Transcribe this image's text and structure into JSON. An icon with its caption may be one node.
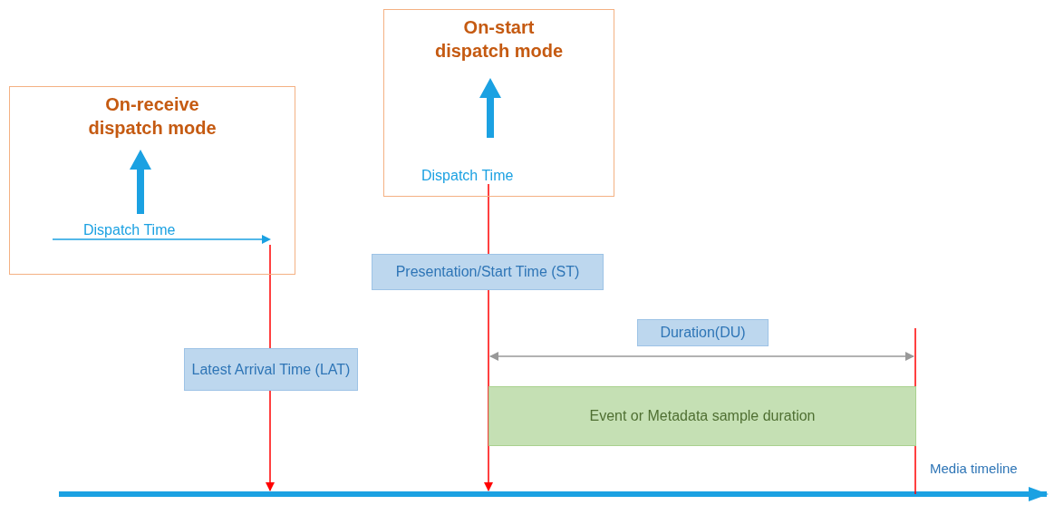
{
  "diagram": {
    "nodes": [
      {
        "text": [
          "On-receive dispatch mode"
        ]
      },
      {
        "text": [
          "Dispatch Time"
        ],
        "in": 0
      },
      {
        "text": [
          "On-start dispatch mode"
        ]
      },
      {
        "text": [
          "Dispatch Time"
        ],
        "in": 2
      },
      {
        "text": [
          "Presentation/Start Time (ST)"
        ]
      },
      {
        "text": [
          "Latest Arrival Time (LAT)"
        ]
      },
      {
        "text": [
          "Duration(DU)"
        ]
      },
      {
        "text": [
          "Event or Metadata sample duration"
        ]
      }
    ],
    "edges": [
      {
        "from": 1,
        "to": 5,
        "arrow": "none"
      },
      {
        "from": 5,
        "to": null,
        "arrow": "to"
      },
      {
        "from": 3,
        "to": 4,
        "arrow": "none"
      },
      {
        "from": 4,
        "to": null,
        "arrow": "to"
      }
    ],
    "labels": [
      "Media timeline"
    ]
  }
}
